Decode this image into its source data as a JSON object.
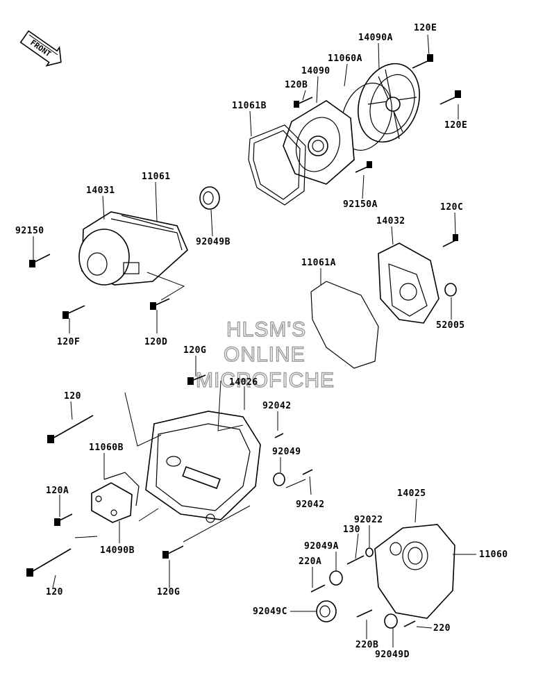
{
  "front_badge": "FRONT",
  "watermark": [
    "HLSM'S",
    "ONLINE",
    "MICROFICHE"
  ],
  "parts": {
    "p120E_top": "120E",
    "p14090A": "14090A",
    "p11060A": "11060A",
    "p14090": "14090",
    "p120B": "120B",
    "p11061B": "11061B",
    "p120E_right": "120E",
    "p92150A": "92150A",
    "p14031": "14031",
    "p11061": "11061",
    "p92049B": "92049B",
    "p92150": "92150",
    "p120C": "120C",
    "p14032": "14032",
    "p11061A": "11061A",
    "p52005": "52005",
    "p120F": "120F",
    "p120D": "120D",
    "p120G_top": "120G",
    "p14026": "14026",
    "p120_top": "120",
    "p92042_top": "92042",
    "p11060B": "11060B",
    "p92049": "92049",
    "p120A": "120A",
    "p92042_bottom": "92042",
    "p14090B": "14090B",
    "p14025": "14025",
    "p92022": "92022",
    "p130": "130",
    "p92049A": "92049A",
    "p11060": "11060",
    "p220A": "220A",
    "p120_bottom": "120",
    "p120G_bottom": "120G",
    "p92049C": "92049C",
    "p220": "220",
    "p220B": "220B",
    "p92049D": "92049D"
  }
}
